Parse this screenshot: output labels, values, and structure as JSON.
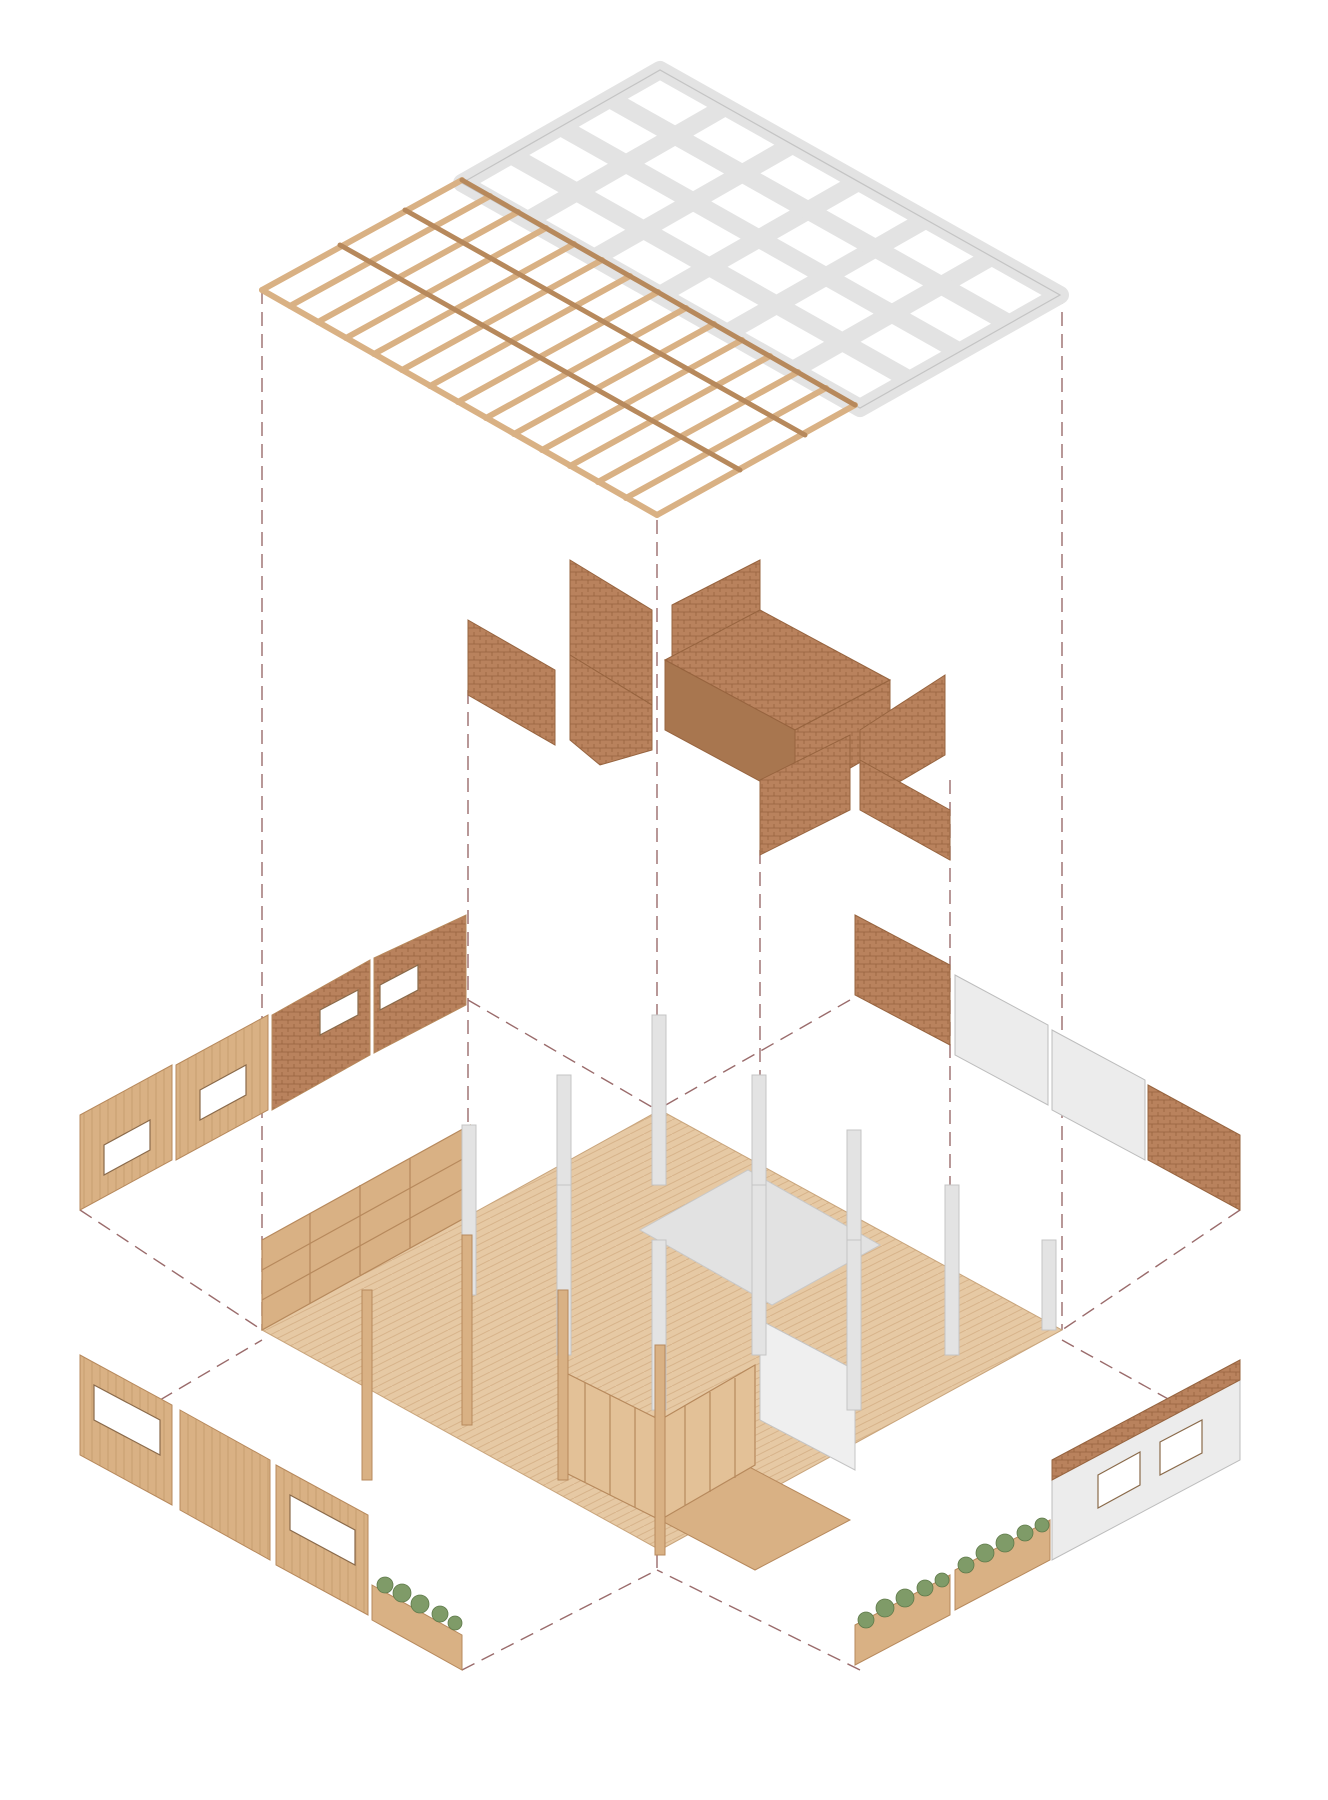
{
  "diagram": {
    "view": "exploded-axonometric",
    "layers": [
      {
        "name": "roof-frame",
        "materials": [
          "timber-joists",
          "concrete-beam-grid"
        ]
      },
      {
        "name": "upper-brick-walls",
        "materials": [
          "brick"
        ]
      },
      {
        "name": "ground-floor",
        "materials": [
          "timber-decking",
          "concrete-slab",
          "concrete-columns",
          "timber-shelving",
          "timber-screens",
          "white-partition"
        ]
      },
      {
        "name": "perimeter-walls",
        "materials": [
          "timber-panels",
          "brick",
          "white-cladding",
          "planters"
        ]
      }
    ],
    "colors": {
      "background": "#ffffff",
      "timber": "#d9b184",
      "timber_dark": "#b7895c",
      "brick": "#b9825d",
      "brick_dark": "#97643f",
      "concrete": "#e3e3e3",
      "concrete_dark": "#c4c4c4",
      "floor": "#e6c9a4",
      "guide_line": "#9a6b6b",
      "plant": "#7f9b68"
    }
  }
}
